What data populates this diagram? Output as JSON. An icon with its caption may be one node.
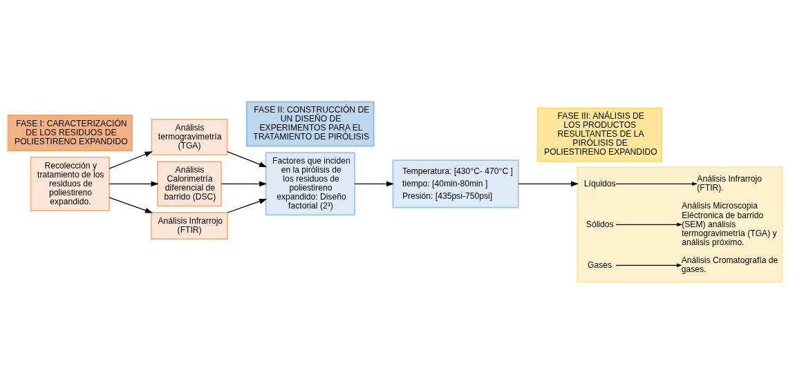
{
  "diagram": {
    "nodes": [
      {
        "text": [
          "FASE I: CARACTERIZACIÓN DE LOS RESIDUOS DE POLIESTIRENO EXPANDIDO"
        ]
      },
      {
        "text": [
          "FASE II: CONSTRUCCIÓN DE UN DISEÑO DE EXPERIMENTOS PARA EL TRATAMIENTO DE PIRÓLISIS"
        ]
      },
      {
        "text": [
          "FASE III: ANÁLISIS DE LOS PRODUCTOS RESULTANTES DE LA PIRÓLISIS DE POLIESTIRENO EXPANDIDO"
        ]
      },
      {
        "text": [
          "Recolección y tratamiento de los residuos de poliestireno expandido."
        ]
      },
      {
        "text": [
          "Análisis termogravimetría (TGA)"
        ]
      },
      {
        "text": [
          "Análisis Calorimetría diferencial de barrido (DSC)"
        ]
      },
      {
        "text": [
          "Análisis Infrarrojo (FTIR)"
        ]
      },
      {
        "text": [
          "Factores que inciden en la pirólisis de los residuos de poliestireno expandido: Diseño factorial (2³)"
        ]
      },
      {
        "text": [
          "Temperatura: [430°C- 470°C ]",
          "tiempo: [40min-80min ]",
          "Presión: [435psi-750psi]"
        ]
      },
      {
        "text": [],
        "shape": "box"
      },
      {
        "text": [
          "Líquidos"
        ],
        "in": 9
      },
      {
        "text": [
          "Análisis Infrarrojo (FTIR)."
        ],
        "in": 9
      },
      {
        "text": [
          "Sólidos"
        ],
        "in": 9
      },
      {
        "text": [
          "Análisis Microscopia Eléctronica de barrido (SEM) análisis termogravimetría (TGA) y análisis próximo."
        ],
        "in": 9
      },
      {
        "text": [
          "Gases"
        ],
        "in": 9
      },
      {
        "text": [
          "Análisis Cromatografía de gases."
        ],
        "in": 9
      }
    ],
    "edges": [
      {
        "from": 3,
        "to": 4,
        "arrow": "to"
      },
      {
        "from": 3,
        "to": 5,
        "arrow": "to"
      },
      {
        "from": 3,
        "to": 6,
        "arrow": "to"
      },
      {
        "from": 4,
        "to": 7,
        "arrow": "to"
      },
      {
        "from": 5,
        "to": 7,
        "arrow": "to"
      },
      {
        "from": 6,
        "to": 7,
        "arrow": "to"
      },
      {
        "from": 7,
        "to": 8,
        "arrow": "to"
      },
      {
        "from": 8,
        "to": 9,
        "arrow": "to"
      },
      {
        "from": 10,
        "to": 11,
        "arrow": "to"
      },
      {
        "from": 12,
        "to": 13,
        "arrow": "to"
      },
      {
        "from": 14,
        "to": 15,
        "arrow": "to"
      }
    ]
  }
}
